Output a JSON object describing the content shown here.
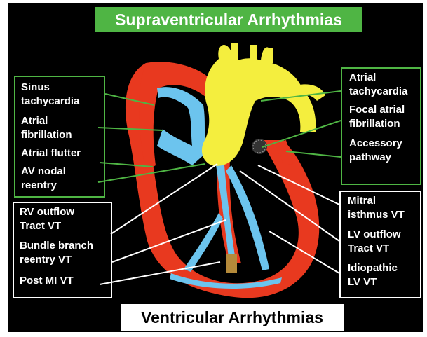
{
  "title": "Supraventricular Arrhythmias",
  "footer": "Ventricular Arrhythmias",
  "left_supraventricular": [
    [
      "Sinus",
      "tachycardia"
    ],
    [
      "Atrial",
      "fibrillation"
    ],
    [
      "Atrial flutter"
    ],
    [
      "AV nodal",
      "reentry"
    ]
  ],
  "right_supraventricular": [
    [
      "Atrial",
      "tachycardia"
    ],
    [
      "Focal atrial",
      "fibrillation"
    ],
    [
      "Accessory",
      "pathway"
    ]
  ],
  "left_ventricular": [
    [
      "RV outflow",
      "Tract VT"
    ],
    [
      "Bundle branch",
      "reentry VT"
    ],
    [
      "Post MI VT"
    ]
  ],
  "right_ventricular": [
    [
      "Mitral",
      "isthmus VT"
    ],
    [
      "LV outflow",
      "Tract VT"
    ],
    [
      "Idiopathic",
      "LV VT"
    ]
  ],
  "colors": {
    "background": "#000000",
    "banner_green": "#4fb544",
    "myocardium_red": "#e8391f",
    "conduction_blue": "#6cc4ee",
    "aorta_yellow": "#f4ee3e",
    "tissue_tan": "#b58a3a",
    "supraventricular_leader": "#4fb544",
    "ventricular_leader": "#ffffff"
  }
}
